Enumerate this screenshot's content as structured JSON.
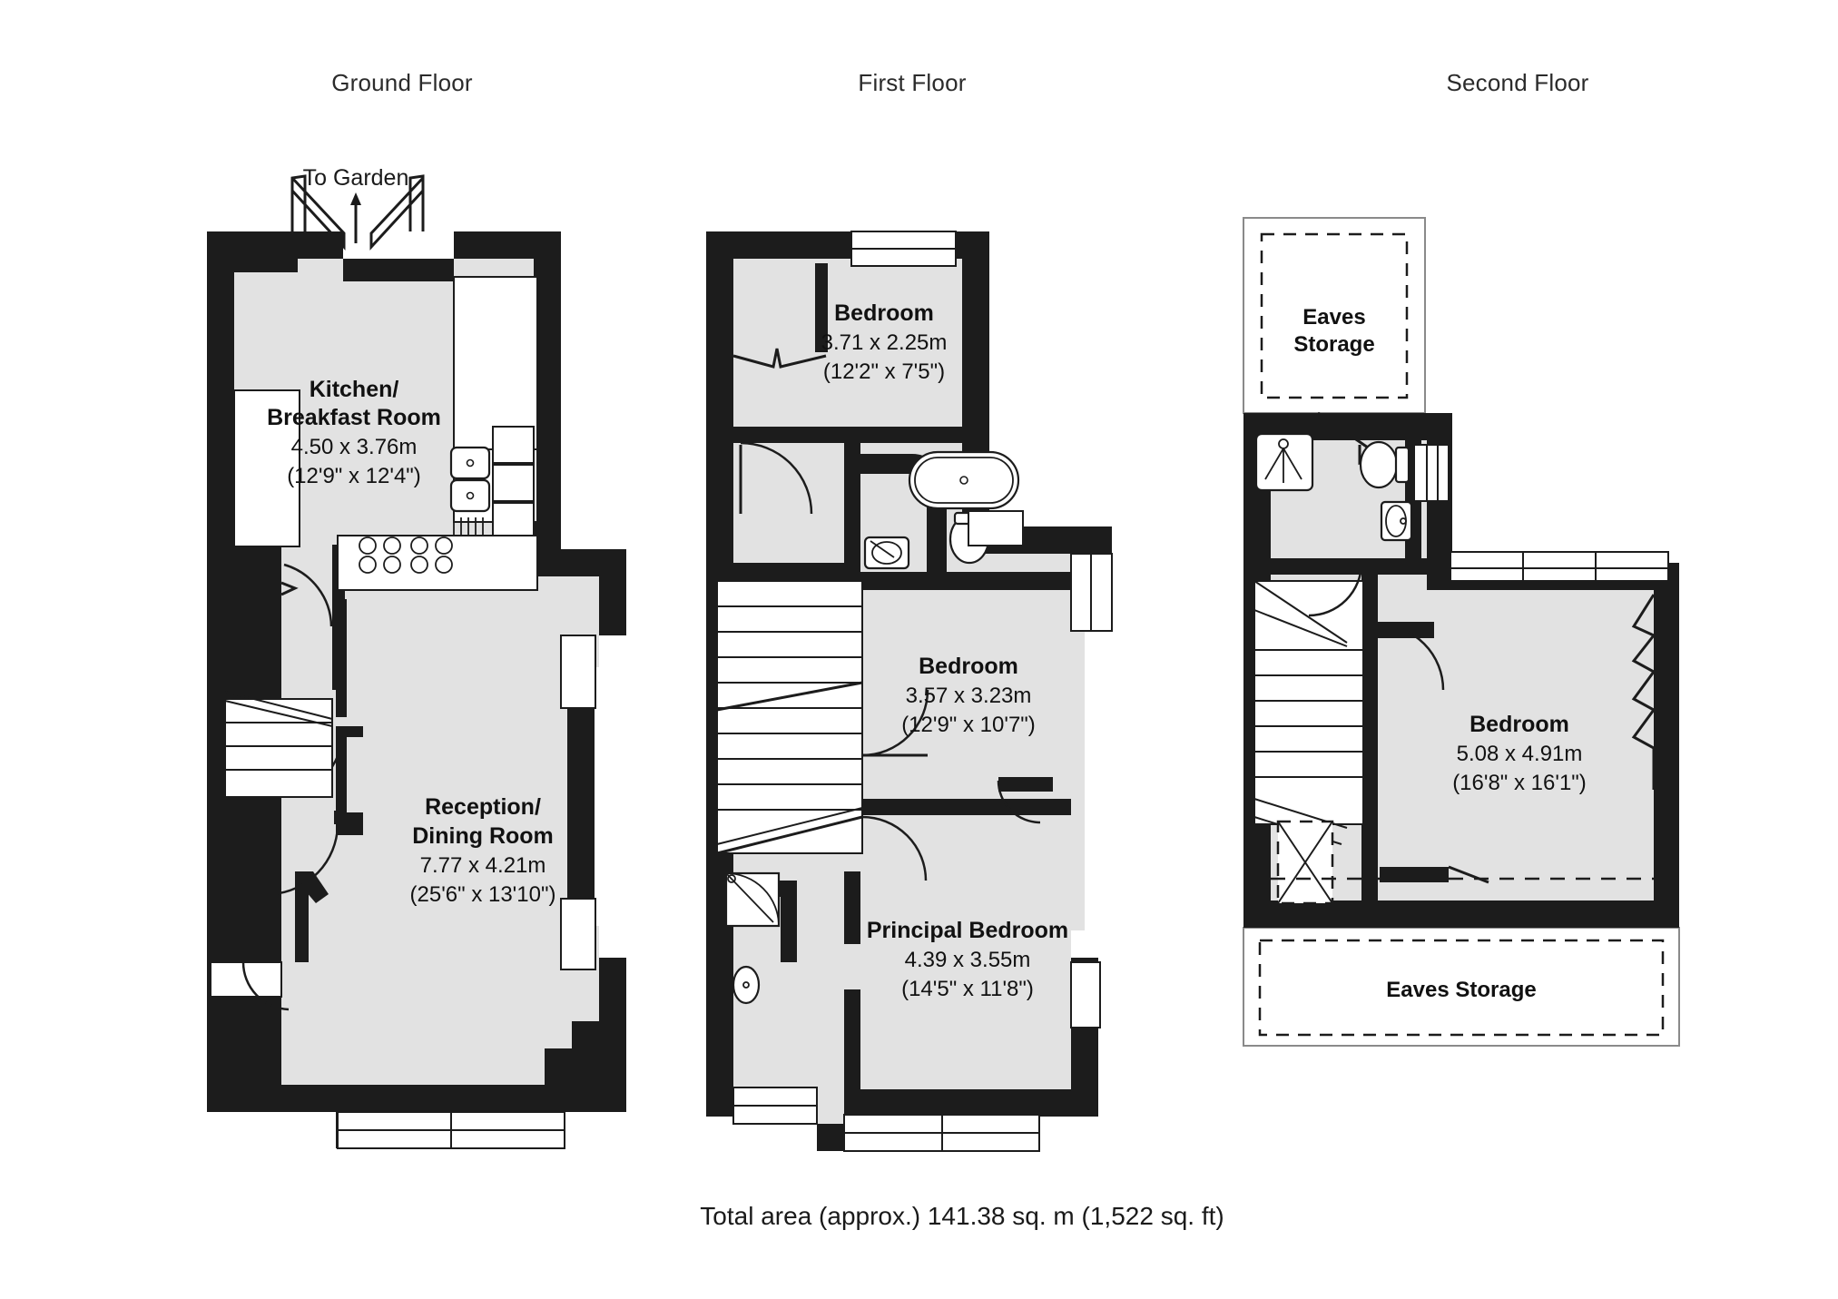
{
  "document": {
    "type": "floorplan",
    "total_area": "Total area (approx.) 141.38 sq. m (1,522 sq. ft)"
  },
  "floors": [
    {
      "id": "ground",
      "title": "Ground Floor",
      "annotations": [
        {
          "name": "to-garden",
          "text": "To Garden"
        }
      ],
      "rooms": [
        {
          "id": "kitchen",
          "name": "Kitchen/",
          "name2": "Breakfast Room",
          "metric": "4.50 x 3.76m",
          "imperial": "(12'9\" x 12'4\")"
        },
        {
          "id": "reception",
          "name": "Reception/",
          "name2": "Dining Room",
          "metric": "7.77 x 4.21m",
          "imperial": "(25'6\" x 13'10\")"
        }
      ]
    },
    {
      "id": "first",
      "title": "First Floor",
      "annotations": [],
      "rooms": [
        {
          "id": "bedroom-front",
          "name": "Bedroom",
          "name2": "",
          "metric": "3.71 x 2.25m",
          "imperial": "(12'2\" x 7'5\")"
        },
        {
          "id": "bedroom-mid",
          "name": "Bedroom",
          "name2": "",
          "metric": "3.57 x 3.23m",
          "imperial": "(12'9\" x 10'7\")"
        },
        {
          "id": "principal-bedroom",
          "name": "Principal Bedroom",
          "name2": "",
          "metric": "4.39 x 3.55m",
          "imperial": "(14'5\" x 11'8\")"
        }
      ]
    },
    {
      "id": "second",
      "title": "Second Floor",
      "annotations": [],
      "rooms": [
        {
          "id": "eaves-top",
          "name": "Eaves",
          "name2": "Storage",
          "metric": "",
          "imperial": ""
        },
        {
          "id": "bedroom-loft",
          "name": "Bedroom",
          "name2": "",
          "metric": "5.08 x 4.91m",
          "imperial": "(16'8\" x 16'1\")"
        },
        {
          "id": "eaves-bottom",
          "name": "Eaves Storage",
          "name2": "",
          "metric": "",
          "imperial": ""
        }
      ]
    }
  ],
  "colors": {
    "wall": "#1c1c1c",
    "room_fill": "#e2e2e2",
    "background": "#ffffff",
    "text": "#1a1a1a"
  }
}
